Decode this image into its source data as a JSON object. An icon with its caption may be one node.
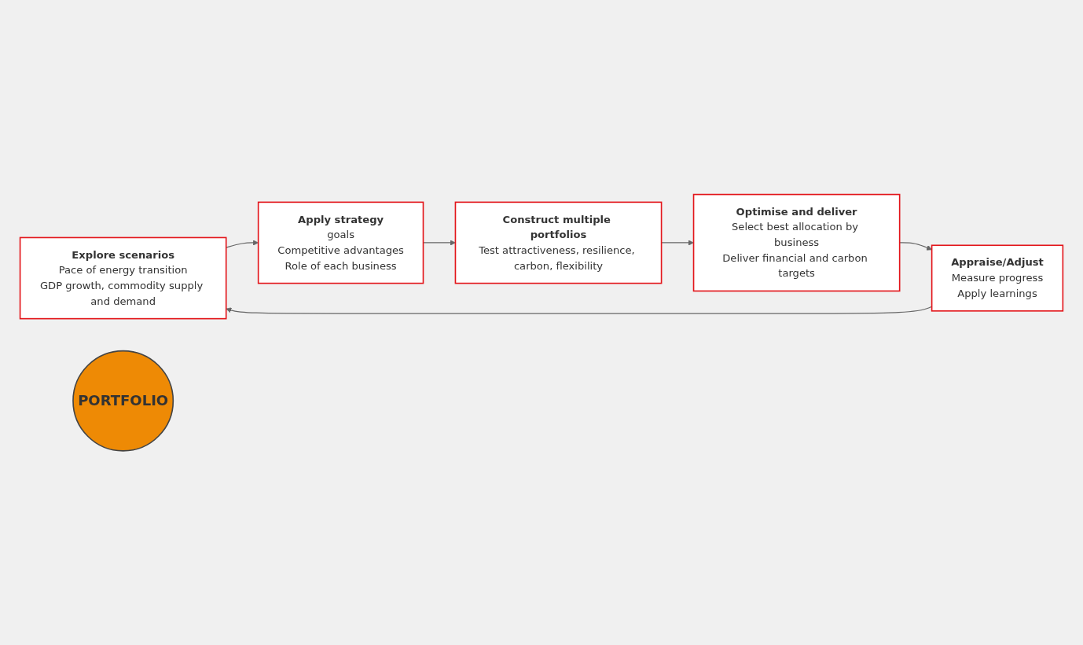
{
  "diagram": {
    "nodes": [
      {
        "text": [
          "Explore scenarios",
          "Pace of energy transition",
          "GDP growth, commodity supply and demand"
        ]
      },
      {
        "text": [
          "Appraise/Adjust",
          "Measure progress",
          "Apply learnings"
        ]
      },
      {
        "text": [
          "Apply strategy",
          "goals",
          "Competitive advantages",
          "Role of each business"
        ]
      },
      {
        "text": [
          "PORTFOLIO"
        ]
      },
      {
        "text": [
          "Optimise and deliver",
          "Select best allocation by business",
          "Deliver financial and carbon targets"
        ]
      },
      {
        "text": [
          "Construct multiple portfolios",
          "Test attractiveness, resilience, carbon, flexibility"
        ]
      }
    ],
    "edges": [
      {
        "from": 0,
        "to": 2,
        "arrow": "to"
      },
      {
        "from": 2,
        "to": 5,
        "arrow": "to"
      },
      {
        "from": 5,
        "to": 4,
        "arrow": "to"
      },
      {
        "from": 4,
        "to": 1,
        "arrow": "to"
      },
      {
        "from": 1,
        "to": 0,
        "arrow": "to"
      }
    ]
  }
}
